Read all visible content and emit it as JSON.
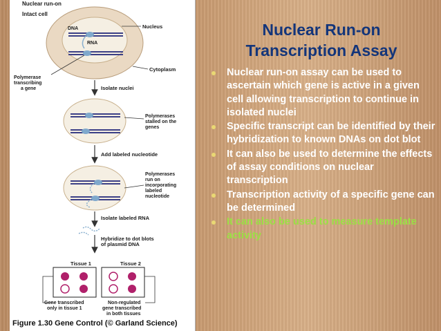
{
  "slide": {
    "title_line1": "Nuclear Run-on",
    "title_line2": "Transcription Assay",
    "bullets": [
      {
        "text": "Nuclear run-on assay can be used to ascertain which gene is active in a given cell allowing transcription to continue in isolated nuclei",
        "highlight": false
      },
      {
        "text": "Specific transcript can be identified by their hybridization to known DNAs on dot blot",
        "highlight": false
      },
      {
        "text": "It can also be used to determine the effects of assay conditions on nuclear transcription",
        "highlight": false
      },
      {
        "text": "Transcription activity of a specific gene can be determined",
        "highlight": false
      },
      {
        "text": "It can also be used to measure template activity",
        "highlight": true
      }
    ],
    "colors": {
      "title": "#13357a",
      "bullet_text": "#ffffff",
      "highlight_text": "#9be044",
      "bullet_marker": "#e9d873"
    }
  },
  "figure": {
    "header": "Nuclear run-on",
    "intact_cell": "Intact cell",
    "nucleus": "Nucleus",
    "dna": "DNA",
    "rna": "RNA",
    "cytoplasm": "Cytoplasm",
    "polymerase_transcribing_1": "Polymerase",
    "polymerase_transcribing_2": "transcribing",
    "polymerase_transcribing_3": "a gene",
    "step_isolate_nuclei": "Isolate nuclei",
    "stalled_1": "Polymerases",
    "stalled_2": "stalled on the",
    "stalled_3": "genes",
    "step_add_labeled": "Add labeled nucleotide",
    "runon_1": "Polymerases",
    "runon_2": "run on",
    "runon_3": "incorporating",
    "runon_4": "labeled",
    "runon_5": "nucleotide",
    "step_isolate_rna": "Isolate labeled RNA",
    "step_hybridize_1": "Hybridize to dot blots",
    "step_hybridize_2": "of plasmid DNA",
    "tissue1": "Tissue 1",
    "tissue2": "Tissue 2",
    "gene_tissue1_1": "Gene transcribed",
    "gene_tissue1_2": "only in tissue 1",
    "nonreg_1": "Non-regulated",
    "nonreg_2": "gene transcribed",
    "nonreg_3": "in both tissues",
    "caption_number": "Figure 1.30",
    "caption_text": "Gene Control (© Garland Science)",
    "colors": {
      "dot": "#b0206a",
      "cell_fill": "#ead9c3",
      "nucleus_fill": "#f5efe3",
      "dna": "#3b3f86",
      "rna": "#8ab0cf"
    }
  }
}
